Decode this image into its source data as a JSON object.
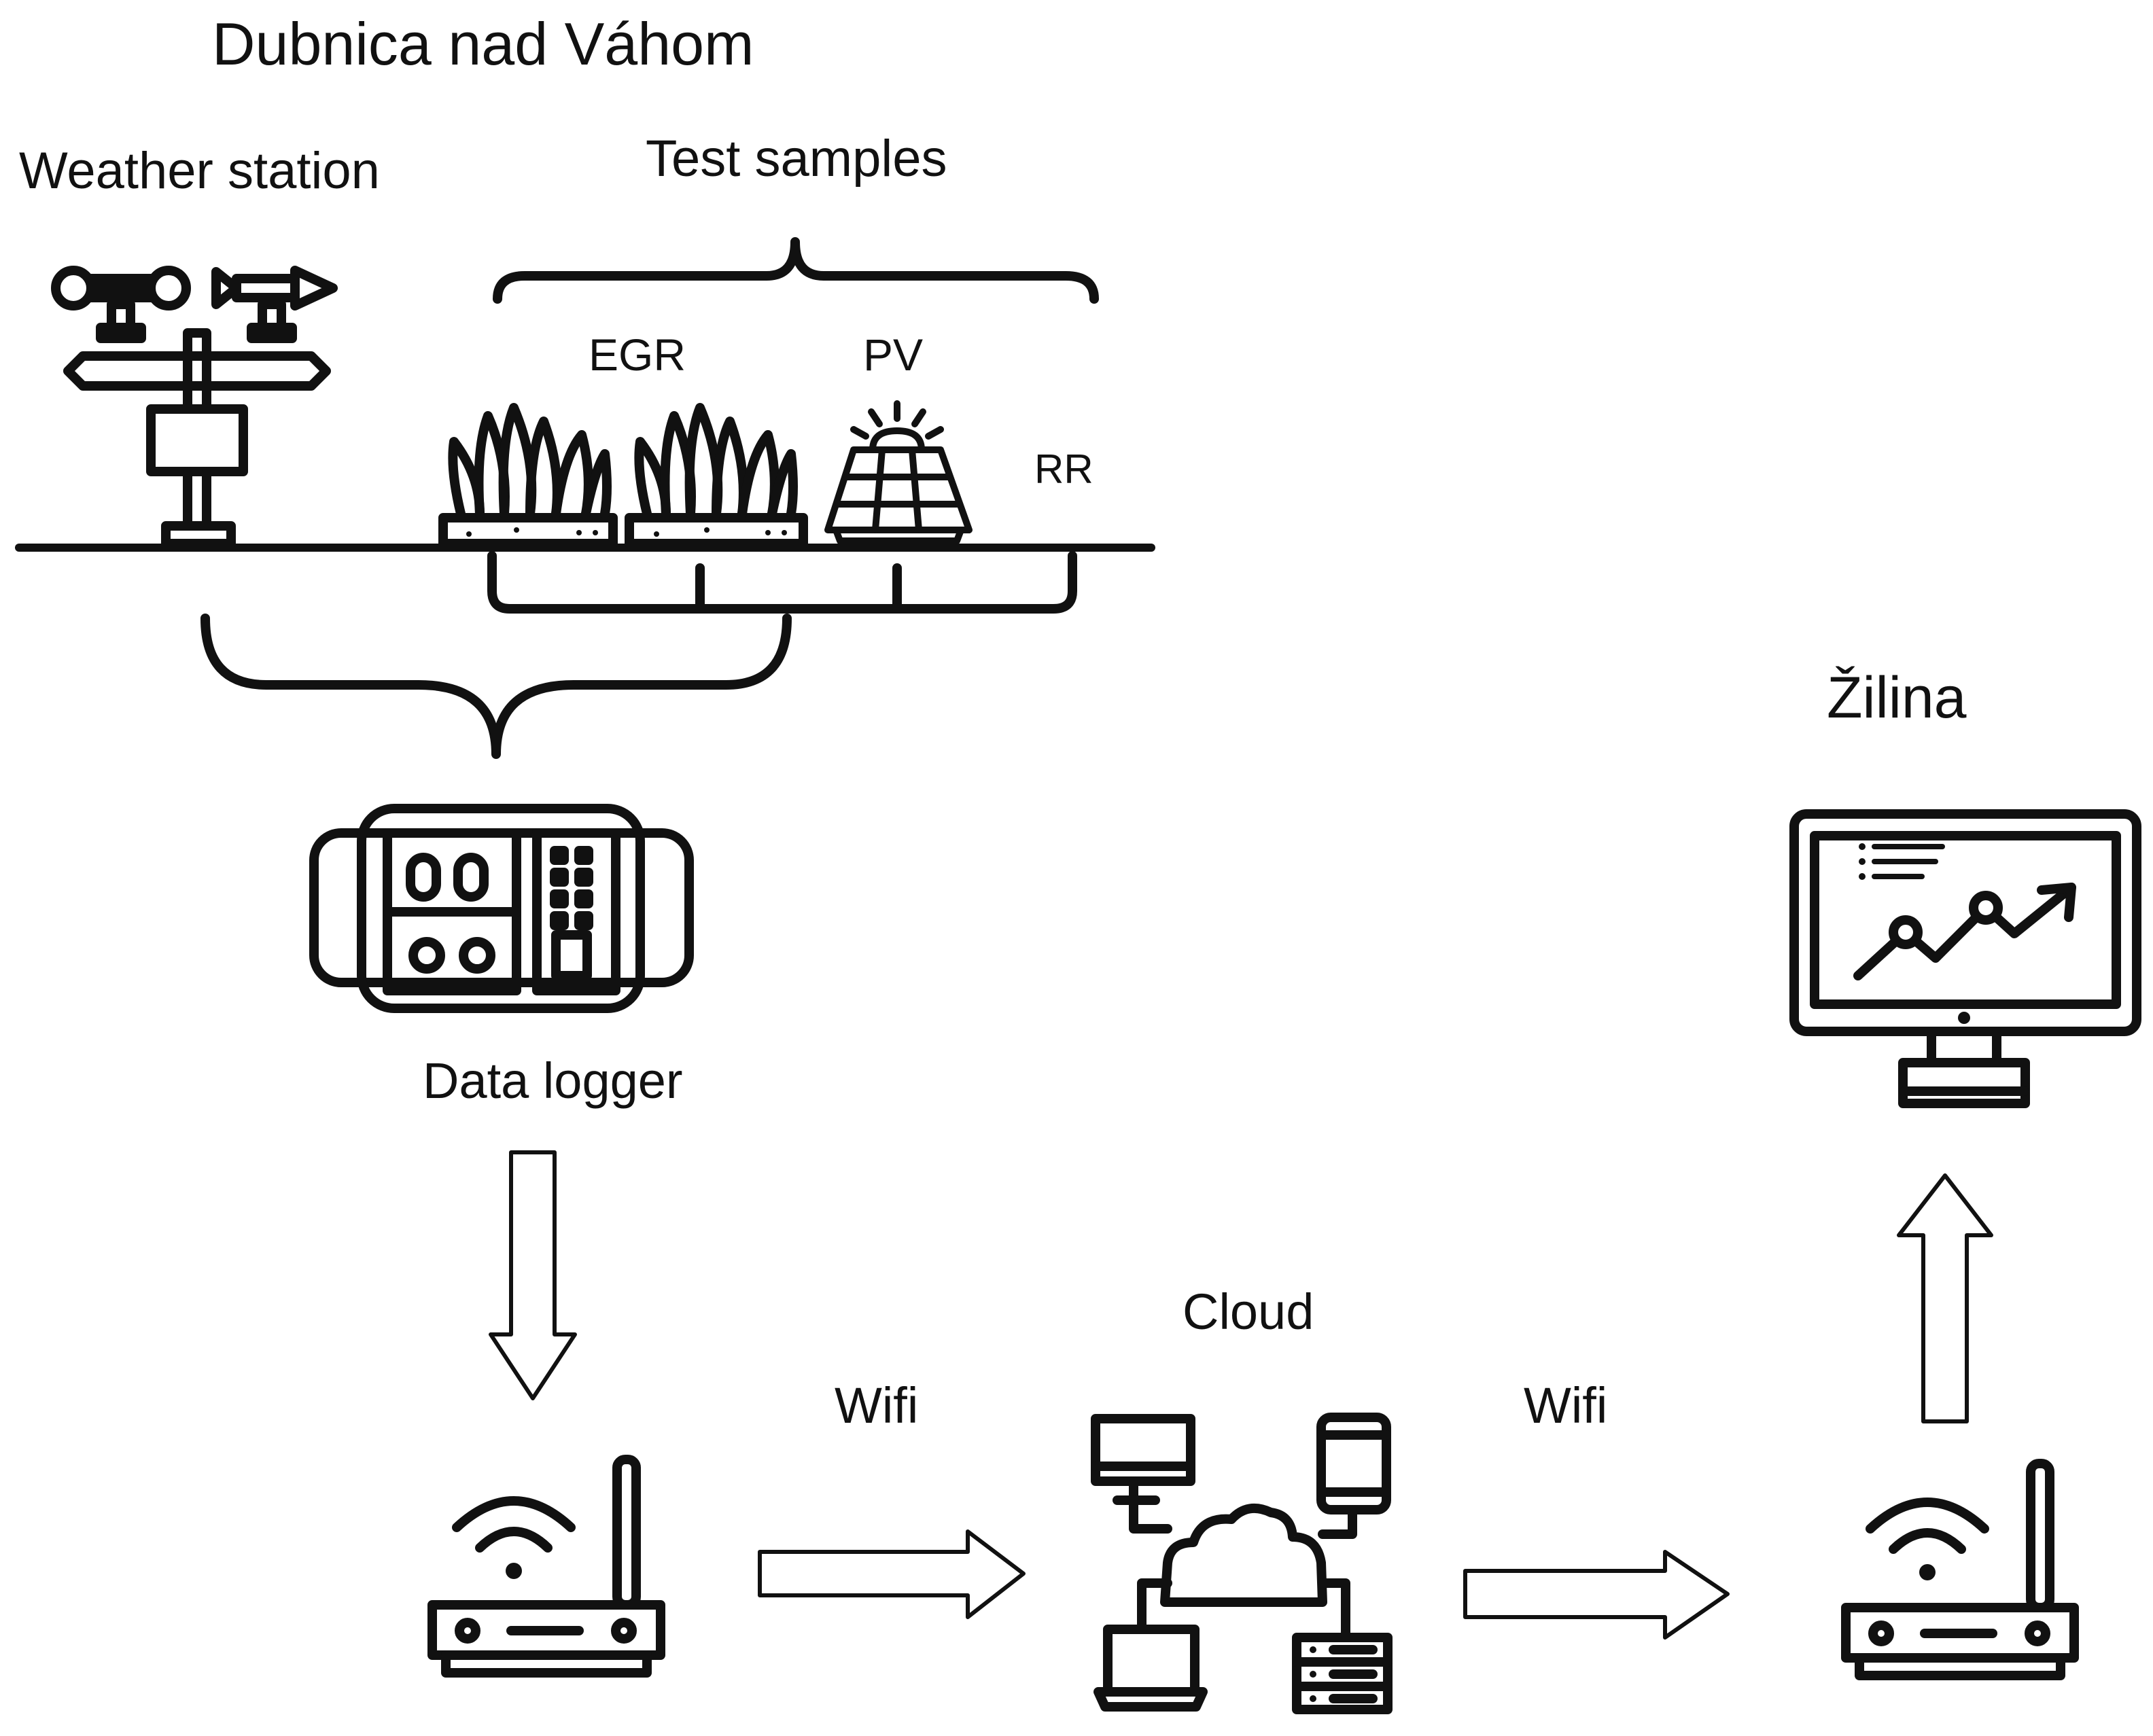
{
  "locations": {
    "site": "Dubnica nad Váhom",
    "remote": "Žilina"
  },
  "labels": {
    "weather_station": "Weather station",
    "test_samples": "Test samples",
    "egr": "EGR",
    "pv": "PV",
    "rr": "RR",
    "data_logger": "Data logger",
    "cloud": "Cloud",
    "wifi_1": "Wifi",
    "wifi_2": "Wifi"
  },
  "icons": [
    "weather-station-icon",
    "grass-tray-icon",
    "solar-panel-icon",
    "data-logger-icon",
    "router-icon",
    "cloud-network-icon",
    "monitor-chart-icon"
  ]
}
